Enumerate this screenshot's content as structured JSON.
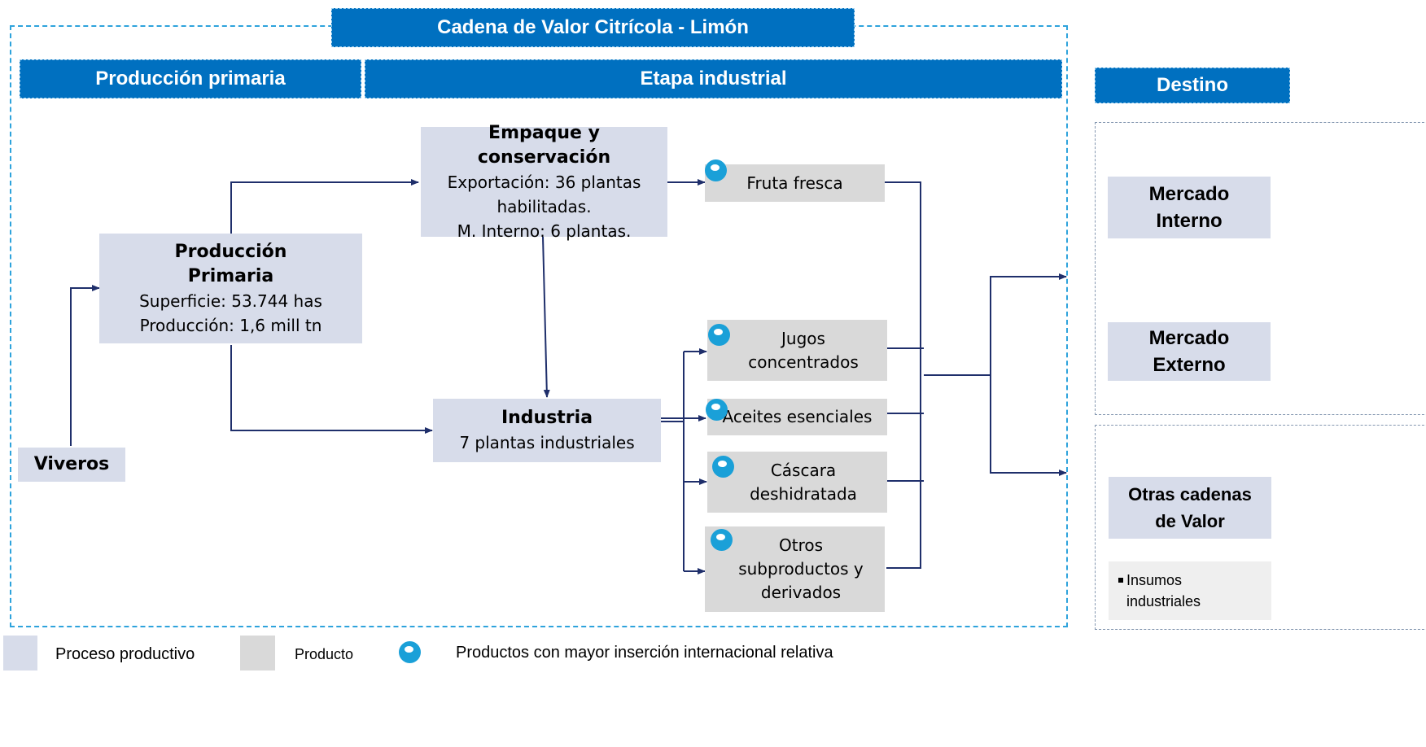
{
  "title": "Cadena de Valor Citrícola - Limón",
  "stages": {
    "primary": "Producción primaria",
    "industrial": "Etapa industrial",
    "destination": "Destino"
  },
  "nodes": {
    "viveros": "Viveros",
    "produccion": {
      "title_l1": "Producción",
      "title_l2": "Primaria",
      "line1": "Superficie: 53.744 has",
      "line2": "Producción: 1,6 mill tn"
    },
    "empaque": {
      "title": "Empaque y conservación",
      "line1": "Exportación: 36 plantas",
      "line2": "habilitadas.",
      "line3": "M. Interno: 6 plantas."
    },
    "industria": {
      "title": "Industria",
      "line1": "7 plantas industriales"
    }
  },
  "products": {
    "fruta": "Fruta fresca",
    "jugos_l1": "Jugos",
    "jugos_l2": "concentrados",
    "aceites": "Aceites esenciales",
    "cascara_l1": "Cáscara",
    "cascara_l2": "deshidratada",
    "otros_l1": "Otros",
    "otros_l2": "subproductos y",
    "otros_l3": "derivados"
  },
  "destinations": {
    "interno_l1": "Mercado",
    "interno_l2": "Interno",
    "externo_l1": "Mercado",
    "externo_l2": "Externo",
    "otras_l1": "Otras cadenas",
    "otras_l2": "de Valor",
    "insumos_l1": "Insumos",
    "insumos_l2": "industriales"
  },
  "legend": {
    "proceso": "Proceso productivo",
    "producto": "Producto",
    "insercion": "Productos con mayor inserción internacional relativa"
  },
  "colors": {
    "header_blue": "#0070c0",
    "process_fill": "#d7dcea",
    "product_fill": "#d9d9d9",
    "arrow": "#1f2f6b",
    "highlight_dot": "#1aa0d8"
  }
}
